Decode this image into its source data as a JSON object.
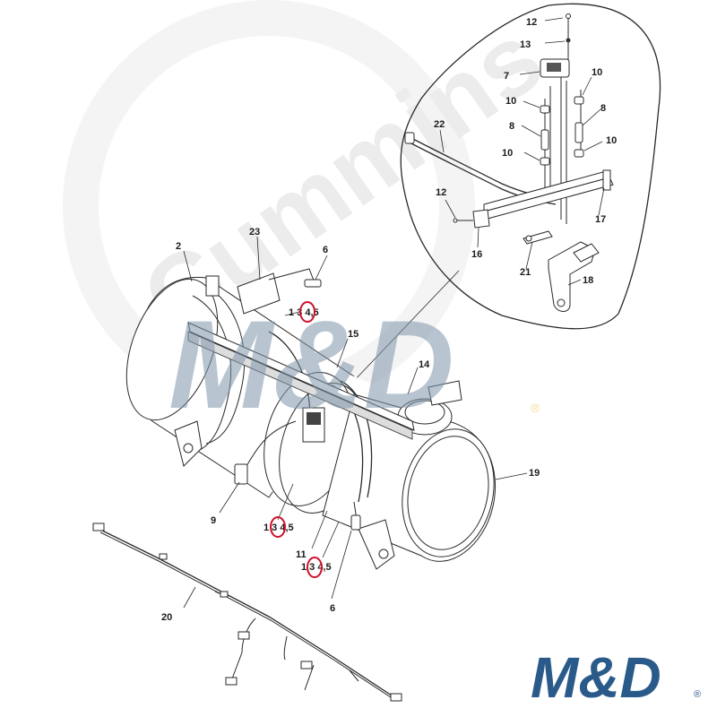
{
  "watermark": {
    "text": "Cummins",
    "color": "#ececec"
  },
  "overlay_logo": {
    "text": "M&D",
    "colors": {
      "blue": "#2a5a8a",
      "gold": "#f2c14a"
    },
    "registered": "®"
  },
  "corner_logo": {
    "text": "M&D",
    "registered": "®"
  },
  "callouts": {
    "c2": "2",
    "c23": "23",
    "c6a": "6",
    "c15": "15",
    "c14": "14",
    "c19": "19",
    "c9": "9",
    "c11": "11",
    "c6b": "6",
    "c20": "20",
    "c134a": "1 3 4,5",
    "c134b": "1 3 4,5",
    "c134c": "1 3 4,5"
  },
  "inset_callouts": {
    "c12a": "12",
    "c13": "13",
    "c7": "7",
    "c10a": "10",
    "c10b": "10",
    "c8a": "8",
    "c8b": "8",
    "c10c": "10",
    "c10d": "10",
    "c22": "22",
    "c12b": "12",
    "c17": "17",
    "c16": "16",
    "c21": "21",
    "c18": "18"
  },
  "highlight_color": "#d0102a"
}
